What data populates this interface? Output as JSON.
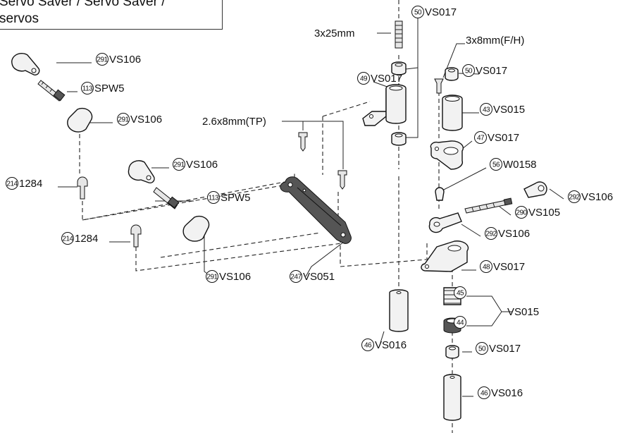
{
  "title": {
    "line1": "Servo Saver / Servo Saver /",
    "line2": "servos"
  },
  "labels": [
    {
      "id": "l50a",
      "num": "50",
      "text": "VS017"
    },
    {
      "id": "l3x25",
      "num": "",
      "text": "3x25mm"
    },
    {
      "id": "l3x8",
      "num": "",
      "text": "3x8mm(F/H)"
    },
    {
      "id": "l50b",
      "num": "50",
      "text": "VS017"
    },
    {
      "id": "l49",
      "num": "49",
      "text": "VS017"
    },
    {
      "id": "l43",
      "num": "43",
      "text": "VS015"
    },
    {
      "id": "l291a",
      "num": "291",
      "text": "VS106"
    },
    {
      "id": "l113a",
      "num": "113",
      "text": "SPW5"
    },
    {
      "id": "l291b",
      "num": "291",
      "text": "VS106"
    },
    {
      "id": "l26",
      "num": "",
      "text": "2.6x8mm(TP)"
    },
    {
      "id": "l47",
      "num": "47",
      "text": "VS017"
    },
    {
      "id": "l214a",
      "num": "214",
      "text": "1284"
    },
    {
      "id": "l291c",
      "num": "291",
      "text": "VS106"
    },
    {
      "id": "l56",
      "num": "56",
      "text": "W0158"
    },
    {
      "id": "l292a",
      "num": "292",
      "text": "VS106"
    },
    {
      "id": "l113b",
      "num": "113",
      "text": "SPW5"
    },
    {
      "id": "l290",
      "num": "290",
      "text": "VS105"
    },
    {
      "id": "l214b",
      "num": "214",
      "text": "1284"
    },
    {
      "id": "l292b",
      "num": "292",
      "text": "VS106"
    },
    {
      "id": "l48",
      "num": "48",
      "text": "VS017"
    },
    {
      "id": "l291d",
      "num": "291",
      "text": "VS106"
    },
    {
      "id": "l247",
      "num": "247",
      "text": "VS051"
    },
    {
      "id": "l45",
      "num": "45",
      "text": ""
    },
    {
      "id": "lvs015",
      "num": "",
      "text": "VS015"
    },
    {
      "id": "l44",
      "num": "44",
      "text": ""
    },
    {
      "id": "l46a",
      "num": "46",
      "text": "VS016"
    },
    {
      "id": "l50c",
      "num": "50",
      "text": "VS017"
    },
    {
      "id": "l46b",
      "num": "46",
      "text": "VS016"
    }
  ]
}
